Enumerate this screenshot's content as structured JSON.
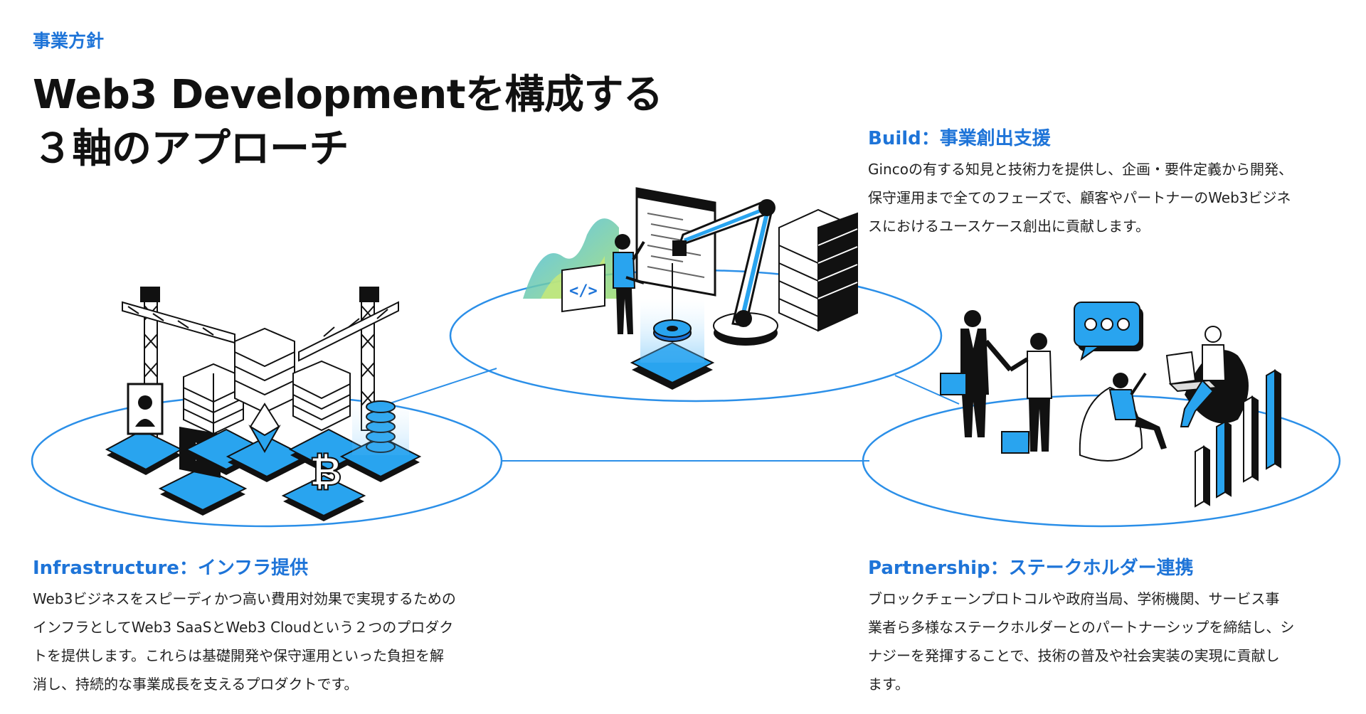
{
  "section_label": "事業方針",
  "headline": {
    "line1": "Web3 Developmentを構成する",
    "line2": "３軸のアプローチ"
  },
  "build": {
    "title": "Build：事業創出支援",
    "lines": [
      "Gincoの有する知見と技術力を提供し、企画・要件定義から開発、",
      "保守運用まで全てのフェーズで、顧客やパートナーのWeb3ビジネ",
      "スにおけるユースケース創出に貢献します。"
    ]
  },
  "infrastructure": {
    "title": "Infrastructure：インフラ提供",
    "lines": [
      "Web3ビジネスをスピーディかつ高い費用対効果で実現するための",
      "インフラとしてWeb3 SaaSとWeb3 Cloudという２つのプロダク",
      "トを提供します。これらは基礎開発や保守運用といった負担を解",
      "消し、持続的な事業成長を支えるプロダクトです。"
    ]
  },
  "partnership": {
    "title": "Partnership：ステークホルダー連携",
    "lines": [
      "ブロックチェーンプロトコルや政府当局、学術機関、サービス事",
      "業者ら多様なステークホルダーとのパートナーシップを締結し、シ",
      "ナジーを発揮することで、技術の普及や社会実装の実現に貢献し",
      "ます。"
    ]
  },
  "illustration_code_tag": "</>",
  "colors": {
    "accent": "#1e74d8",
    "light_blue": "#3aa4f2",
    "ellipse_stroke": "#2b8fe8",
    "dark": "#111111"
  }
}
